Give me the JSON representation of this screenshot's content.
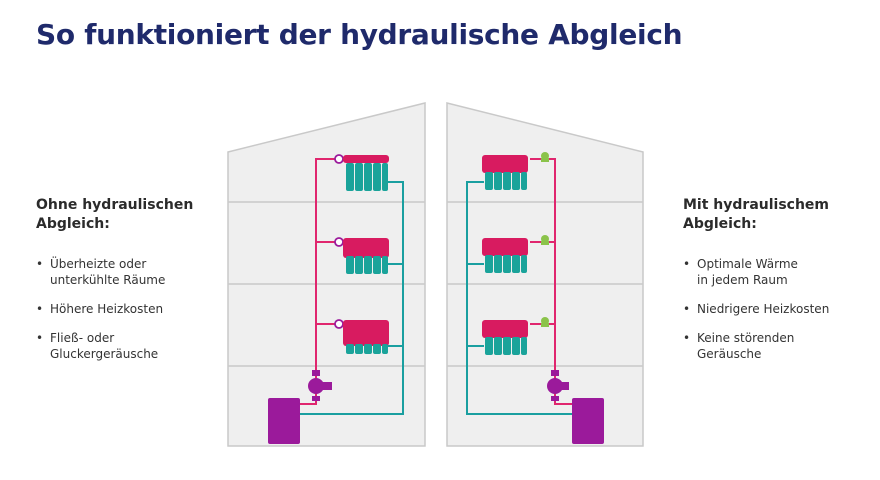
{
  "title": "So funktioniert der hydraulische Abgleich",
  "left_panel": {
    "heading_lines": [
      "Ohne hydraulischen",
      "Abgleich:"
    ],
    "bullets": [
      [
        "Überheizte oder",
        "unterkühlte Räume"
      ],
      [
        "Höhere Heizkosten"
      ],
      [
        "Fließ- oder",
        "Gluckergeräusche"
      ]
    ]
  },
  "right_panel": {
    "heading_lines": [
      "Mit hydraulischem",
      "Abgleich:"
    ],
    "bullets": [
      [
        "Optimale Wärme",
        "in jedem Raum"
      ],
      [
        "Niedrigere Heizkosten"
      ],
      [
        "Keine störenden",
        "Geräusche"
      ]
    ]
  },
  "colors": {
    "title": "#1f2a6b",
    "house_fill": "#efefef",
    "house_stroke": "#c9c9c9",
    "supply_pipe": "#e0266e",
    "return_pipe": "#1a9fa0",
    "radiator_hot": "#d81b60",
    "radiator_cold": "#1aa39a",
    "boiler": "#9b1a9b",
    "valve_green": "#8bc34a"
  }
}
